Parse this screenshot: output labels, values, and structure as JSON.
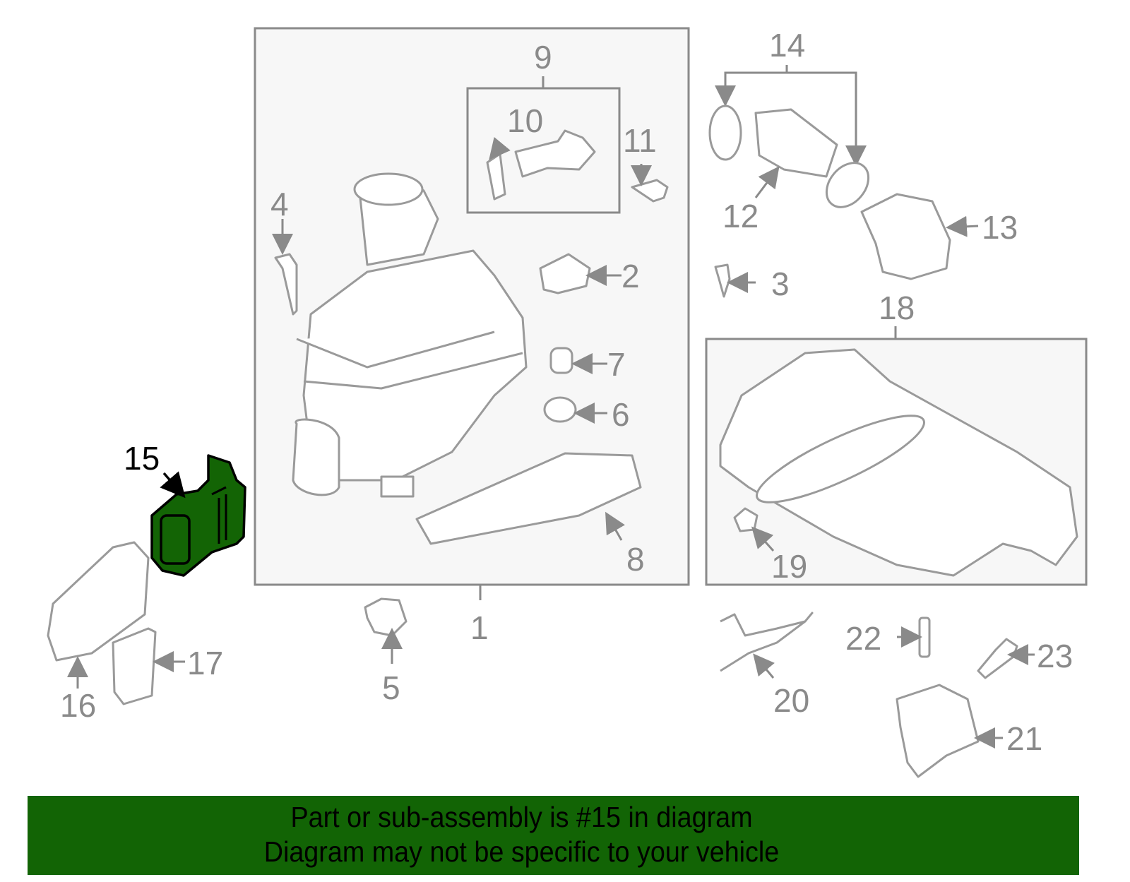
{
  "diagram": {
    "highlight_color": "#126405",
    "highlighted_part": "15",
    "callouts": [
      "1",
      "2",
      "3",
      "4",
      "5",
      "6",
      "7",
      "8",
      "9",
      "10",
      "11",
      "12",
      "13",
      "14",
      "15",
      "16",
      "17",
      "18",
      "19",
      "20",
      "21",
      "22",
      "23"
    ]
  },
  "banner": {
    "line1": "Part or sub-assembly is #15 in diagram",
    "line2": "Diagram may not be specific to your vehicle"
  }
}
